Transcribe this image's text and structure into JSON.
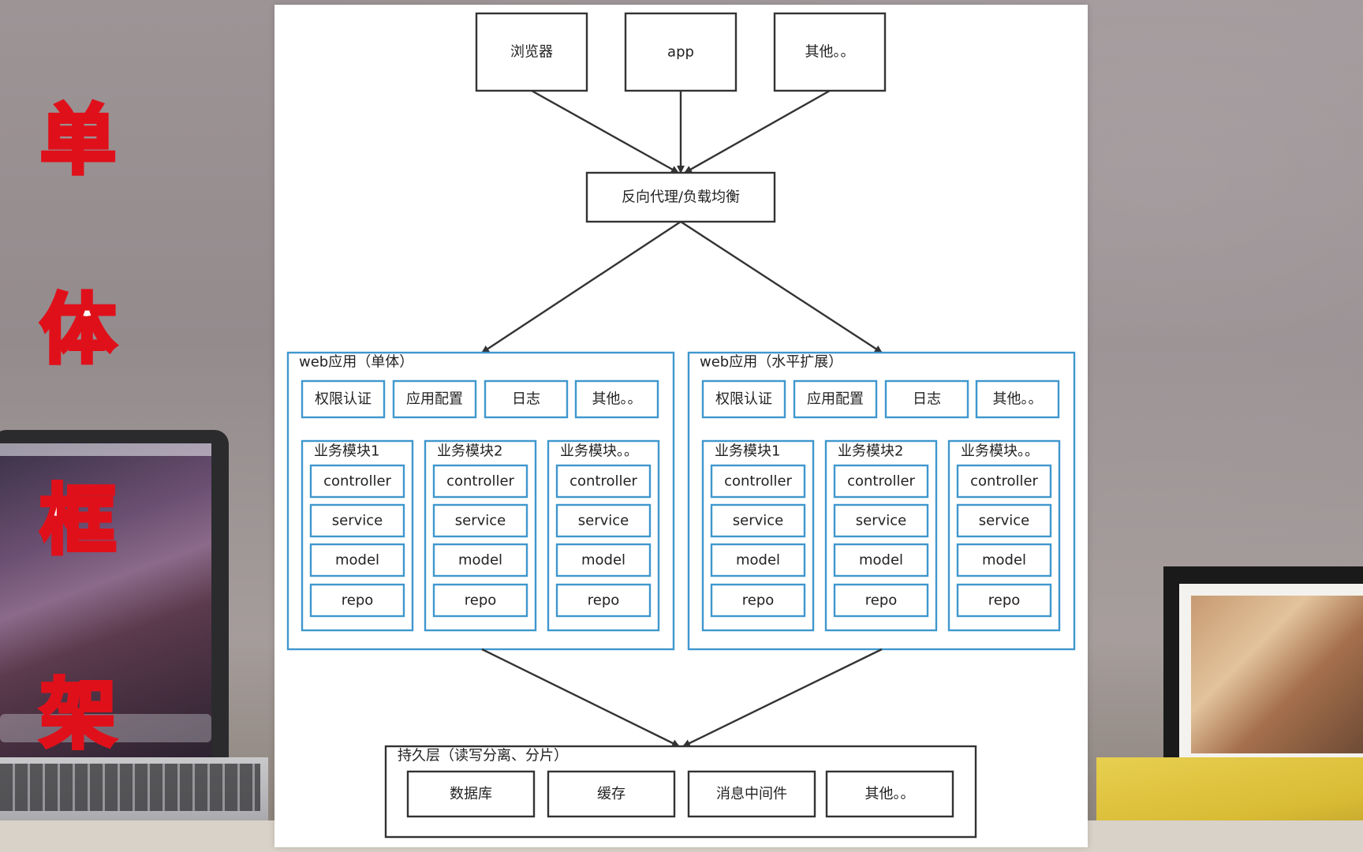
{
  "side_title": {
    "chars": [
      "单",
      "体",
      "框",
      "架"
    ],
    "color": "#e0101a"
  },
  "clients": [
    {
      "label": "浏览器"
    },
    {
      "label": "app"
    },
    {
      "label": "其他。。"
    }
  ],
  "proxy": {
    "label": "反向代理/负载均衡"
  },
  "web_apps": [
    {
      "title": "web应用（单体）",
      "common": [
        "权限认证",
        "应用配置",
        "日志",
        "其他。。"
      ],
      "modules": [
        {
          "title": "业务模块1",
          "layers": [
            "controller",
            "service",
            "model",
            "repo"
          ]
        },
        {
          "title": "业务模块2",
          "layers": [
            "controller",
            "service",
            "model",
            "repo"
          ]
        },
        {
          "title": "业务模块。。",
          "layers": [
            "controller",
            "service",
            "model",
            "repo"
          ]
        }
      ]
    },
    {
      "title": "web应用（水平扩展）",
      "common": [
        "权限认证",
        "应用配置",
        "日志",
        "其他。。"
      ],
      "modules": [
        {
          "title": "业务模块1",
          "layers": [
            "controller",
            "service",
            "model",
            "repo"
          ]
        },
        {
          "title": "业务模块2",
          "layers": [
            "controller",
            "service",
            "model",
            "repo"
          ]
        },
        {
          "title": "业务模块。。",
          "layers": [
            "controller",
            "service",
            "model",
            "repo"
          ]
        }
      ]
    }
  ],
  "persistence": {
    "title": "持久层（读写分离、分片）",
    "items": [
      "数据库",
      "缓存",
      "消息中间件",
      "其他。。"
    ]
  },
  "colors": {
    "accent_blue": "#3f97cd",
    "line": "#333333"
  }
}
